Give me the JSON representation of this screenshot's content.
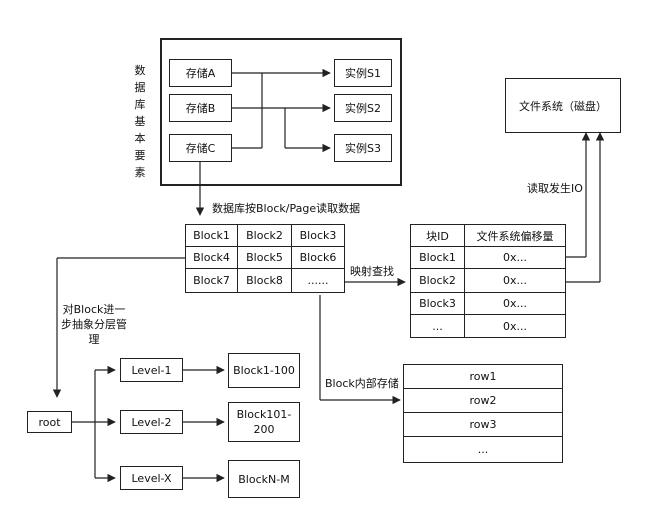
{
  "db_elements": {
    "side_label": "数据库基本要素",
    "storage": [
      "存储A",
      "存储B",
      "存储C"
    ],
    "instances": [
      "实例S1",
      "实例S2",
      "实例S3"
    ]
  },
  "file_system": {
    "label": "文件系统（磁盘）"
  },
  "edges": {
    "read_by_block": "数据库按Block/Page读取数据",
    "read_io": "读取发生IO",
    "mapping": "映射查找",
    "abstract_mgmt": "对Block进一步抽象分层管理",
    "block_internal": "Block内部存储"
  },
  "block_grid": {
    "cells": [
      "Block1",
      "Block2",
      "Block3",
      "Block4",
      "Block5",
      "Block6",
      "Block7",
      "Block8",
      "......"
    ]
  },
  "mapping_table": {
    "headers": [
      "块ID",
      "文件系统偏移量"
    ],
    "rows": [
      [
        "Block1",
        "0x..."
      ],
      [
        "Block2",
        "0x..."
      ],
      [
        "Block3",
        "0x..."
      ],
      [
        "...",
        "0x..."
      ]
    ]
  },
  "rows_table": {
    "rows": [
      "row1",
      "row2",
      "row3",
      "..."
    ]
  },
  "hierarchy": {
    "root": "root",
    "levels": [
      "Level-1",
      "Level-2",
      "Level-X"
    ],
    "ranges": [
      "Block1-100",
      "Block101-200",
      "BlockN-M"
    ]
  }
}
